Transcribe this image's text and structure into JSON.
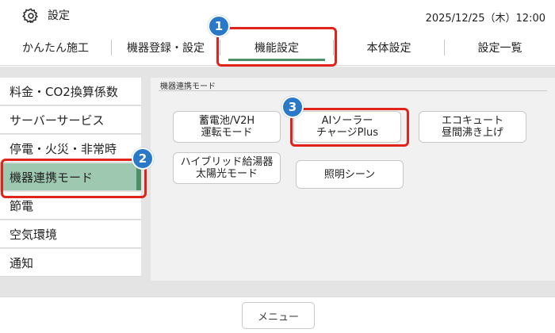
{
  "header": {
    "title": "設定",
    "datetime": "2025/12/25（木）12:00",
    "icon": "gear-icon"
  },
  "tabs": [
    {
      "label": "かんたん施工",
      "active": false
    },
    {
      "label": "機器登録・設定",
      "active": false
    },
    {
      "label": "機能設定",
      "active": true
    },
    {
      "label": "本体設定",
      "active": false
    },
    {
      "label": "設定一覧",
      "active": false
    }
  ],
  "sidebar": {
    "items": [
      {
        "label": "料金・CO2換算係数",
        "selected": false
      },
      {
        "label": "サーバーサービス",
        "selected": false
      },
      {
        "label": "停電・火災・非常時",
        "selected": false
      },
      {
        "label": "機器連携モード",
        "selected": true
      },
      {
        "label": "節電",
        "selected": false
      },
      {
        "label": "空気環境",
        "selected": false
      },
      {
        "label": "通知",
        "selected": false
      }
    ]
  },
  "content": {
    "section_label": "機器連携モード",
    "buttons": [
      {
        "label": "蓄電池/V2H\n運転モード"
      },
      {
        "label": "AIソーラー\nチャージPlus"
      },
      {
        "label": "エコキュート\n昼間沸き上げ"
      },
      {
        "label": "ハイブリッド給湯器\n太陽光モード"
      },
      {
        "label": "照明シーン"
      }
    ]
  },
  "bottom": {
    "menu_label": "メニュー"
  },
  "callouts": [
    {
      "number": "1"
    },
    {
      "number": "2"
    },
    {
      "number": "3"
    }
  ],
  "colors": {
    "accent_green": "#4f8f68",
    "selected_bg": "#9ec9b0",
    "highlight_red": "#e0231b",
    "badge_blue": "#2a78c8"
  }
}
